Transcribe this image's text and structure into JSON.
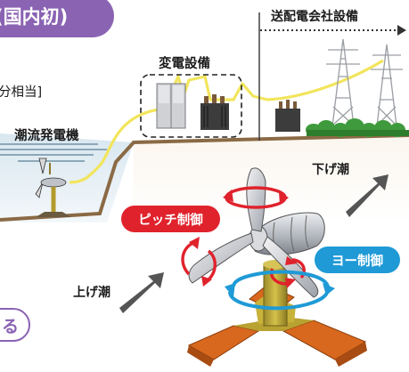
{
  "title_pill": "(国内初)",
  "bracket_text": "分相当]",
  "substation_label": "変電設備",
  "transmission_label": "送配電会社設備",
  "tidal_generator_label": "潮流発電機",
  "ebb_tide_label": "下げ潮",
  "flood_tide_label": "上げ潮",
  "pitch_control_label": "ピッチ制御",
  "yaw_control_label": "ヨー制御",
  "bottom_pill": "る",
  "colors": {
    "accent_purple": "#8a63b3",
    "pitch_red": "#e0222c",
    "yaw_blue": "#1f9ad6",
    "cable_yellow": "#f2e55c",
    "seabed_brown": "#8a6a45",
    "structure_yellow": "#c8b23a",
    "base_orange": "#d8681e"
  },
  "icons": [
    "transformer-icon",
    "switchgear-cabinet-icon",
    "transmission-tower-icon",
    "trees-icon",
    "tidal-turbine-icon",
    "current-arrow-icon",
    "rotation-arrow-icon"
  ]
}
